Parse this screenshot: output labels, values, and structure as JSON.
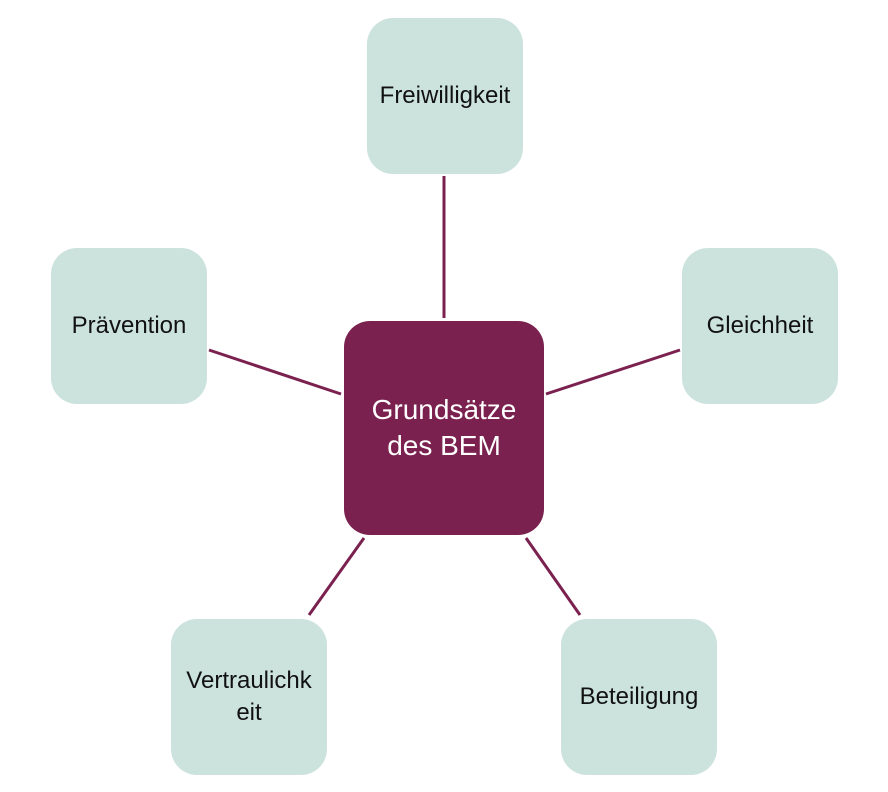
{
  "center": {
    "label": "Grundsätze des BEM",
    "fill": "#7b214f",
    "text_color": "#ffffff"
  },
  "nodes": [
    {
      "key": "freiwilligkeit",
      "label": "Freiwilligkeit"
    },
    {
      "key": "gleichheit",
      "label": "Gleichheit"
    },
    {
      "key": "beteiligung",
      "label": "Beteiligung"
    },
    {
      "key": "vertraulichkeit",
      "label": "Vertraulichkeit"
    },
    {
      "key": "praevention",
      "label": "Prävention"
    }
  ],
  "colors": {
    "node_fill": "#cce3dd",
    "node_text": "#111111",
    "connector": "#7b214f"
  }
}
